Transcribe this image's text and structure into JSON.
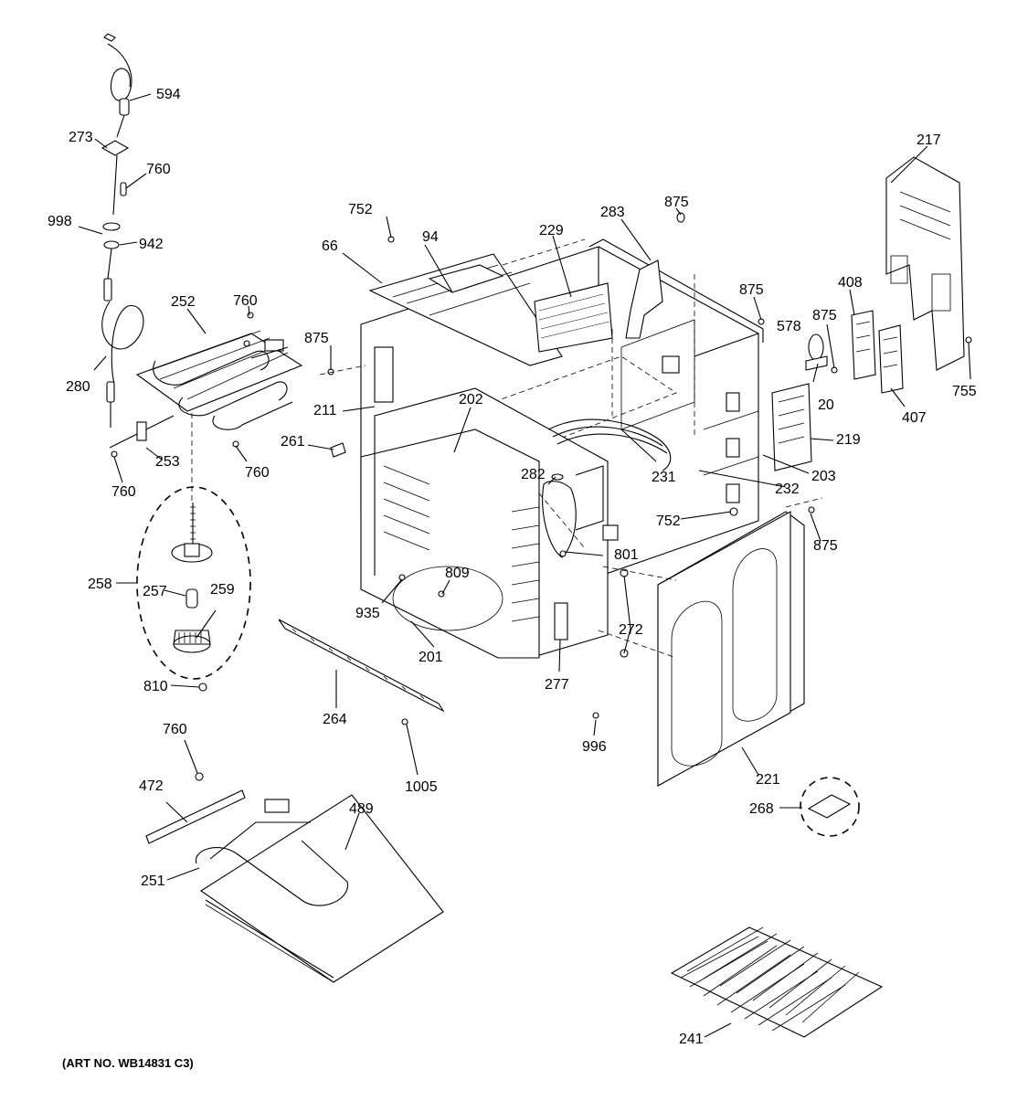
{
  "art_note": "(ART NO. WB14831 C3)",
  "callouts": {
    "c594": "594",
    "c273": "273",
    "c760a": "760",
    "c998": "998",
    "c942": "942",
    "c280": "280",
    "c252": "252",
    "c760b": "760",
    "c760c": "760",
    "c253": "253",
    "c760d": "760",
    "c875a": "875",
    "c66": "66",
    "c752a": "752",
    "c94": "94",
    "c211": "211",
    "c261": "261",
    "c202": "202",
    "c229": "229",
    "c283": "283",
    "c875b": "875",
    "c875c": "875",
    "c578": "578",
    "c875d": "875",
    "c20": "20",
    "c408": "408",
    "c217": "217",
    "c407": "407",
    "c755": "755",
    "c219": "219",
    "c203": "203",
    "c231": "231",
    "c232": "232",
    "c282": "282",
    "c801": "801",
    "c752b": "752",
    "c875e": "875",
    "c809": "809",
    "c935": "935",
    "c201": "201",
    "c272": "272",
    "c277": "277",
    "c258": "258",
    "c257": "257",
    "c259": "259",
    "c810": "810",
    "c264": "264",
    "c1005": "1005",
    "c996": "996",
    "c221": "221",
    "c268": "268",
    "c760e": "760",
    "c472": "472",
    "c489": "489",
    "c251": "251",
    "c241": "241"
  }
}
